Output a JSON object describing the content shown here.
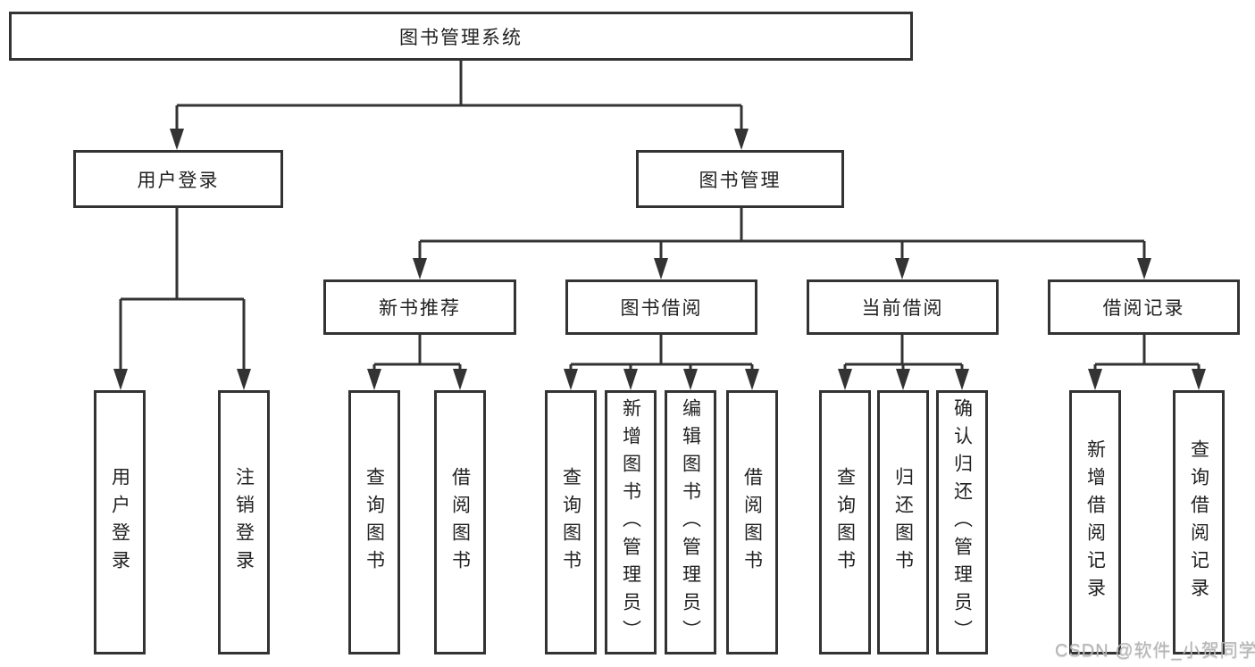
{
  "nodes": {
    "root": "图书管理系统",
    "user_login": "用户登录",
    "book_management": "图书管理",
    "new_book_recommend": "新书推荐",
    "book_borrow": "图书借阅",
    "current_borrow": "当前借阅",
    "borrow_records": "借阅记录",
    "leaf_user_login": "用户登录",
    "leaf_logout": "注销登录",
    "rec_query_books": "查询图书",
    "rec_borrow_books": "借阅图书",
    "bor_query_books": "查询图书",
    "bor_add_books_admin": "新增图书（管理员）",
    "bor_edit_books_admin": "编辑图书（管理员）",
    "bor_borrow_books": "借阅图书",
    "cur_query_books": "查询图书",
    "cur_return_books": "归还图书",
    "cur_confirm_return_admin": "确认归还（管理员）",
    "rcd_add_record": "新增借阅记录",
    "rcd_query_record": "查询借阅记录"
  },
  "watermark": "CSDN @软件_小贺同学",
  "colors": {
    "line": "#333333",
    "box_border": "#333333",
    "box_background": "#ffffff",
    "text": "#222222",
    "watermark": "#b5b5b5"
  }
}
